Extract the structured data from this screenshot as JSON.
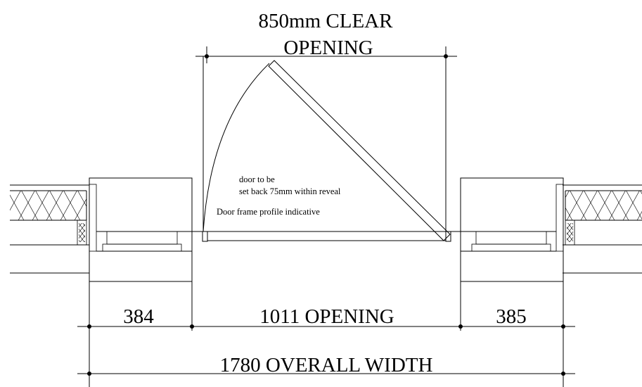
{
  "clear_opening": {
    "line1": "850mm CLEAR",
    "line2": "OPENING"
  },
  "notes": {
    "setback_line1": "door to be",
    "setback_line2": "set back 75mm within reveal",
    "frame": "Door frame profile indicative"
  },
  "dimensions": {
    "left": "384",
    "opening": "1011 OPENING",
    "right": "385",
    "overall": "1780 OVERALL WIDTH"
  }
}
